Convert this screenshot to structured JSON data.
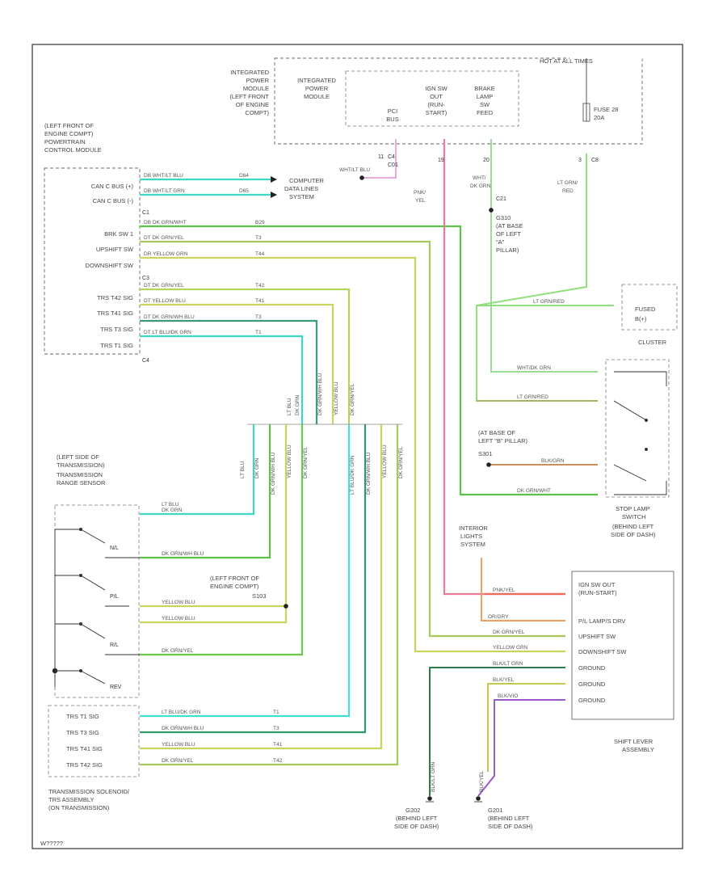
{
  "labels": {
    "ipm_location": [
      "INTEGRATED",
      "POWER",
      "MODULE",
      "(LEFT FRONT",
      "OF ENGINE",
      "COMPT)"
    ],
    "ipm_title": [
      "INTEGRATED",
      "POWER",
      "MODULE"
    ],
    "ipm_pcibus": [
      "PCI",
      "BUS"
    ],
    "ipm_ign": [
      "IGN SW",
      "OUT",
      "(RUN-",
      "START)"
    ],
    "ipm_brake": [
      "BRAKE",
      "LAMP",
      "SW",
      "FEED"
    ],
    "hot": "HOT AT ALL TIMES",
    "fuse": [
      "FUSE 28",
      "20A"
    ],
    "pcm": [
      "(LEFT FRONT OF",
      "ENGINE COMPT)",
      "POWERTRAIN",
      "CONTROL MODULE"
    ],
    "pcm_pins": [
      "CAN C BUS (+)",
      "CAN C BUS (-)",
      "BRK SW 1",
      "UPSHIFT SW",
      "DOWNSHIFT SW",
      "TRS T42 SIG",
      "TRS T41 SIG",
      "TRS T3 SIG",
      "TRS T1 SIG"
    ],
    "pcm_conn": [
      "C1",
      "C3",
      "C4"
    ],
    "computer": [
      "COMPUTER",
      "DATA LINES",
      "SYSTEM"
    ],
    "g_apillar": [
      "G310",
      "(AT BASE",
      "OF LEFT",
      "\"A\"",
      "PILLAR)"
    ],
    "cluster": [
      "FUSED",
      "B(+)",
      "CLUSTER"
    ],
    "splice_loc": [
      "(AT BASE OF",
      "LEFT \"B\" PILLAR)",
      "S301"
    ],
    "stop_lamp": [
      "STOP LAMP",
      "SWITCH",
      "(BEHIND LEFT",
      "SIDE OF DASH)"
    ],
    "trs": [
      "(LEFT SIDE OF",
      "TRANSMISSION)",
      "TRANSMISSION",
      "RANGE SENSOR"
    ],
    "trs_pos": [
      "N/L",
      "P/L",
      "R/L",
      "REV"
    ],
    "eng_splice": [
      "(LEFT FRONT OF",
      "ENGINE COMPT)",
      "S103"
    ],
    "int_lights": [
      "INTERIOR",
      "LIGHTS",
      "SYSTEM"
    ],
    "shift_pins": [
      "IGN SW OUT",
      "(RUN-START)",
      "P/L LAMP/S DRV",
      "UPSHIFT SW",
      "DOWNSHIFT SW",
      "GROUND",
      "GROUND",
      "GROUND"
    ],
    "shift_title": [
      "SHIFT LEVER",
      "ASSEMBLY"
    ],
    "solenoid": [
      "TRANSMISSION SOLENOID/",
      "TRS ASSEMBLY",
      "(ON TRANSMISSION)"
    ],
    "sol_pins": [
      "TRS T1 SIG",
      "TRS T3 SIG",
      "TRS T41 SIG",
      "TRS T42 SIG"
    ],
    "g202": [
      "G202",
      "(BEHIND LEFT",
      "SIDE OF DASH)"
    ],
    "g201": [
      "G201",
      "(BEHIND LEFT",
      "SIDE OF DASH)"
    ],
    "footer": "W?????"
  },
  "wires": {
    "can_plus": [
      "DB WHT/LT BLU",
      "D64"
    ],
    "can_minus": [
      "DB WHT/LT GRN",
      "D65"
    ],
    "brk": [
      "DB DK GRN/WHT",
      "B29"
    ],
    "up": [
      "DT DK GRN/YEL",
      "T3"
    ],
    "down": [
      "DR YELLOW GRN",
      "T44"
    ],
    "t42": [
      "DT DK GRN/YEL",
      "T42"
    ],
    "t41": [
      "DT YELLOW BLU",
      "T41"
    ],
    "t3": [
      "DT DK GRN/WH BLU",
      "T3"
    ],
    "t1": [
      "DT LT BLU/DK GRN",
      "T1"
    ],
    "pci_conn": [
      "11",
      "C4",
      "C01"
    ],
    "pci_wire": "WHT/LT BLU",
    "pnk": [
      "PNK/",
      "YEL"
    ],
    "ign_pin": "19",
    "brake_pin": "20",
    "wht": [
      "WHT/",
      "DK GRN"
    ],
    "ltgrn": [
      "LT GRN/",
      "RED"
    ],
    "fuse_pins": [
      "3",
      "C8"
    ],
    "c21": "C21",
    "cl_ltgrn": "LT GRN/RED",
    "cl_wht": "WHT/DK GRN",
    "cl_ltgrn2": "LT GRN/RED",
    "bk": "BLK/GRN",
    "dkgrn_wht": "DK GRN/WHT",
    "vert_left": [
      "LT BLU",
      "DK GRN",
      "DK GRN/WH BLU",
      "YELLOW BLU",
      "DK GRN/YEL"
    ],
    "bundle_left": [
      "LT BLU",
      "DK GRN",
      "DK GRN/WH BLU",
      "YELLOW BLU",
      "DK GRN/YEL"
    ],
    "bundle_right": [
      "LT BLU/DK GRN",
      "DK GRN/WH BLU",
      "YELLOW BLU",
      "DK GRN/YEL"
    ],
    "trs_w1": [
      "LT BLU",
      "DK GRN"
    ],
    "trs_w2": "DK GRN/WH BLU",
    "trs_w3": "YELLOW BLU",
    "trs_w4": "YELLOW BLU",
    "trs_w5": "DK GRN/YEL",
    "pnkyel": "PNK/YEL",
    "orgry": "OR/GRY",
    "dkgrnyel": "DK GRN/YEL",
    "yelgrn": "YELLOW GRN",
    "blkgrn": "BLK/LT GRN",
    "blkyel": "BLK/YEL",
    "blkvio": "BLK/VIO",
    "g202w": "BLK/LT GRN",
    "g201w": "BLK/YEL",
    "sol1": [
      "LT BLU/DK GRN",
      "T1"
    ],
    "sol2": [
      "DK GRN/WH BLU",
      "T3"
    ],
    "sol3": [
      "YELLOW BLU",
      "T41"
    ],
    "sol4": [
      "DK GRN/YEL",
      "T42"
    ]
  },
  "colors": {
    "cyan": "#3fd6c6",
    "green": "#5cc24a",
    "yellowgreen": "#b8d45a",
    "olive": "#a9b05a",
    "lightgreen": "#8fe07c",
    "pink": "#f07a9a",
    "red": "#f06a5a",
    "orange": "#f0a060",
    "purple": "#9a5ac8",
    "darkgreen": "#2f7a4a"
  }
}
